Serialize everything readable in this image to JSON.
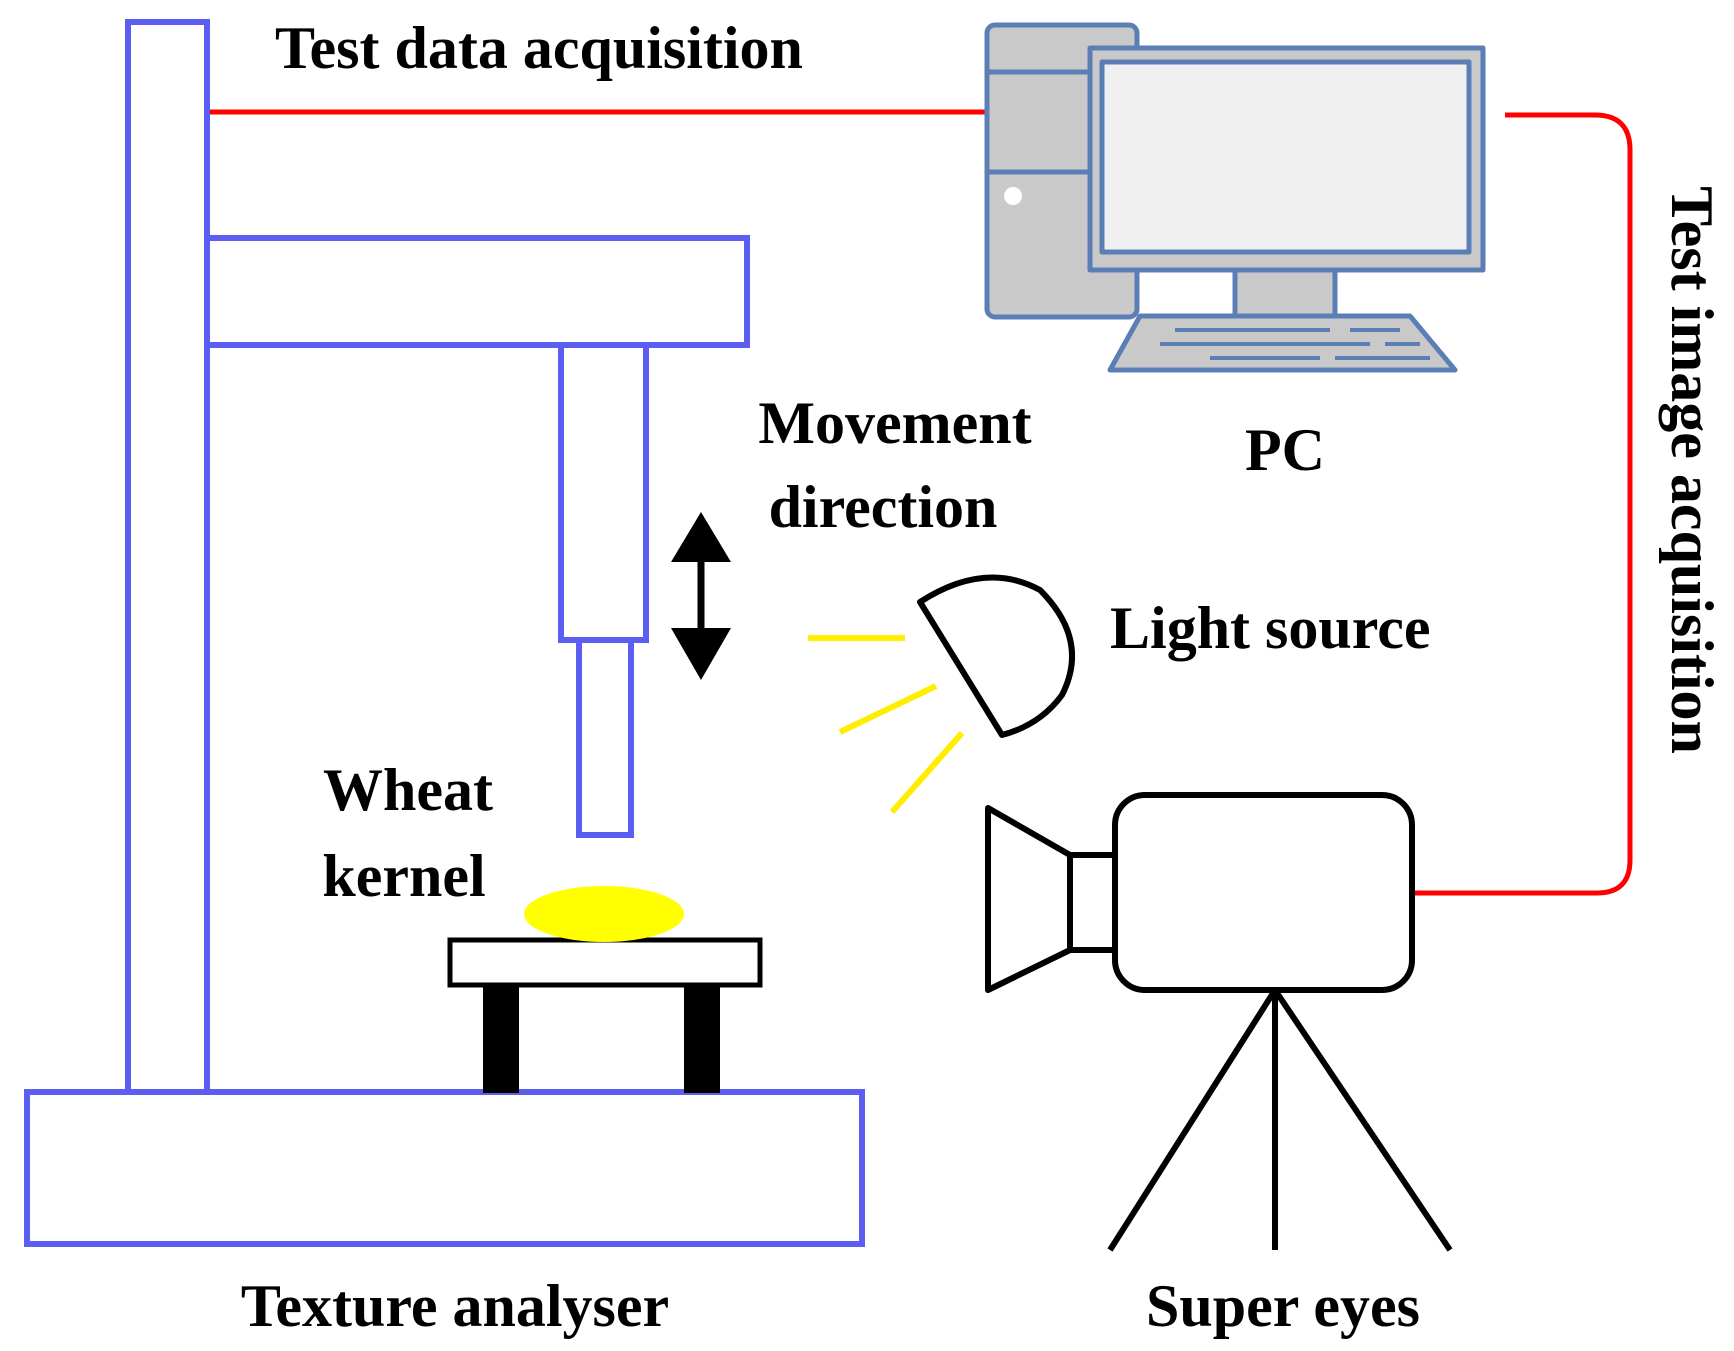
{
  "labels": {
    "test_data_acquisition": "Test data acquisition",
    "pc": "PC",
    "movement_direction_line1": "Movement",
    "movement_direction_line2": "direction",
    "light_source": "Light source",
    "wheat_kernel_line1": "Wheat",
    "wheat_kernel_line2": "kernel",
    "texture_analyser": "Texture analyser",
    "super_eyes": "Super eyes",
    "test_image_acquisition": "Test image acquisition"
  },
  "colors": {
    "frame": "#5b5ef0",
    "cable": "#ff0000",
    "light_rays": "#ffee00",
    "kernel": "#ffff00",
    "pc_fill": "#c9c9c9",
    "pc_outline": "#5b7fb5",
    "ink": "#000000"
  },
  "icons": {
    "pc": "desktop-computer-icon",
    "camera": "video-camera-icon",
    "light": "lamp-icon",
    "arrow": "double-arrow-icon"
  }
}
